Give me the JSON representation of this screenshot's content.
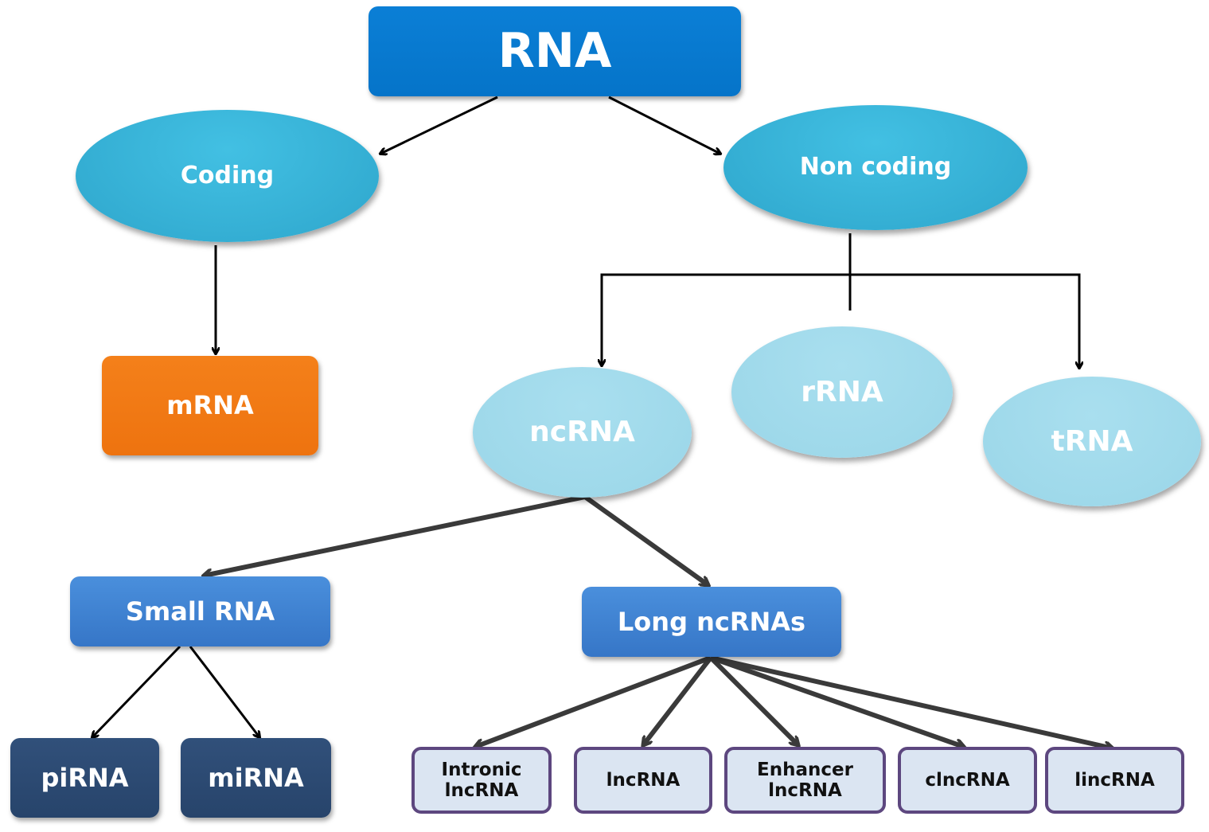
{
  "diagram": {
    "title": "RNA",
    "nodes": {
      "rna": "RNA",
      "coding": "Coding",
      "non_coding": "Non coding",
      "mrna": "mRNA",
      "ncrna": "ncRNA",
      "rrna": "rRNA",
      "trna": "tRNA",
      "small_rna": "Small RNA",
      "long_ncrnas": "Long ncRNAs",
      "pirna": "piRNA",
      "mirna": "miRNA",
      "intronic_lncrna": [
        "Intronic",
        "lncRNA"
      ],
      "lncrna": "lncRNA",
      "enhancer_lncrna": [
        "Enhancer",
        "lncRNA"
      ],
      "clncrna": "clncRNA",
      "lincrna": "lincRNA"
    },
    "edges": [
      [
        "RNA",
        "Coding"
      ],
      [
        "RNA",
        "Non coding"
      ],
      [
        "Coding",
        "mRNA"
      ],
      [
        "Non coding",
        "ncRNA"
      ],
      [
        "Non coding",
        "rRNA"
      ],
      [
        "Non coding",
        "tRNA"
      ],
      [
        "ncRNA",
        "Small RNA"
      ],
      [
        "ncRNA",
        "Long ncRNAs"
      ],
      [
        "Small RNA",
        "piRNA"
      ],
      [
        "Small RNA",
        "miRNA"
      ],
      [
        "Long ncRNAs",
        "Intronic lncRNA"
      ],
      [
        "Long ncRNAs",
        "lncRNA"
      ],
      [
        "Long ncRNAs",
        "Enhancer lncRNA"
      ],
      [
        "Long ncRNAs",
        "clncRNA"
      ],
      [
        "Long ncRNAs",
        "lincRNA"
      ]
    ]
  },
  "colors": {
    "root": "#0574c9",
    "level1": "#38b3d9",
    "mrna": "#f07612",
    "level2": "#9fd9ea",
    "mid": "#3c80cf",
    "dark": "#2a4870",
    "leaf_fill": "#dbe5f2",
    "leaf_border": "#5d477f",
    "arrow_black": "#000000",
    "arrow_gray": "#3a3a3a"
  }
}
